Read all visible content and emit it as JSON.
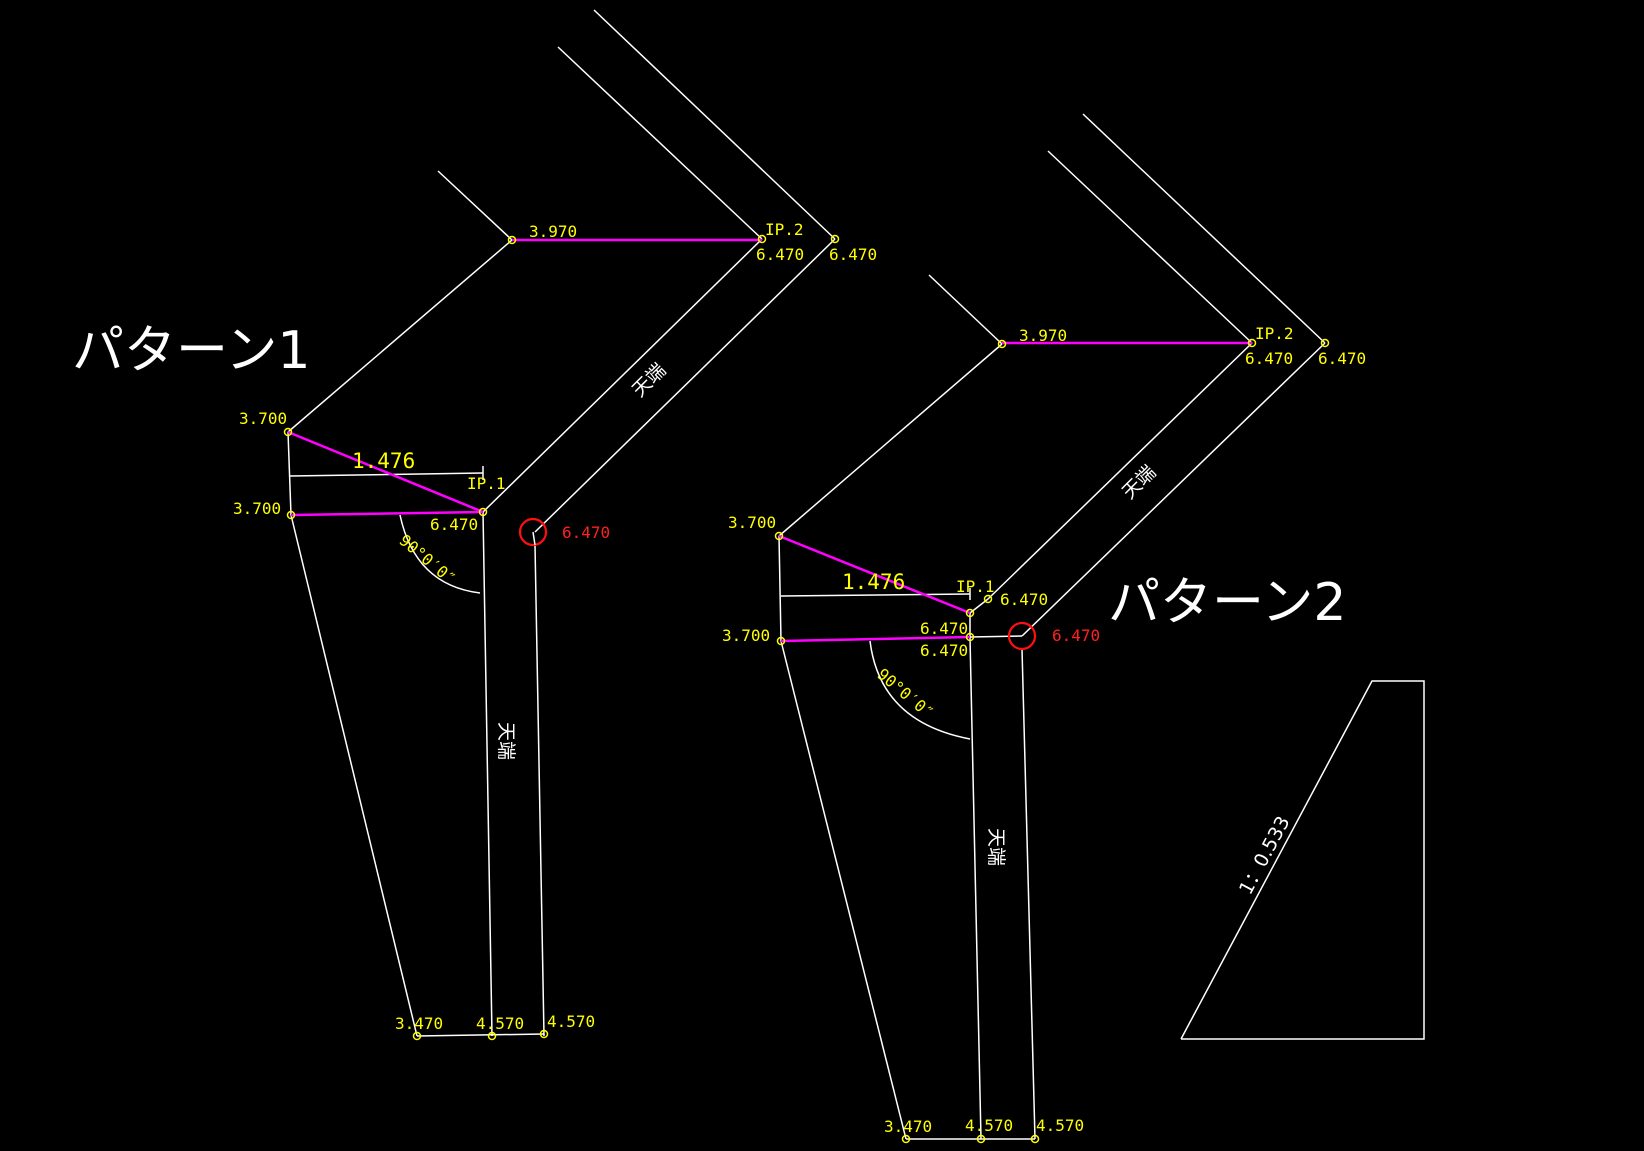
{
  "titles": {
    "pattern1": "パターン1",
    "pattern2": "パターン2"
  },
  "pattern1": {
    "ip1": "IP.1",
    "ip2": "IP.2",
    "elev_top_left": "3.970",
    "elev_ip2": "6.470",
    "elev_right_top": "6.470",
    "elev_left_upper": "3.700",
    "elev_left_lower": "3.700",
    "elev_ip1": "6.470",
    "elev_red": "6.470",
    "distance": "1.476",
    "angle": "90°0′0″",
    "label_upper": "天端",
    "label_lower": "天端",
    "elev_bottom_left": "3.470",
    "elev_bottom_mid": "4.570",
    "elev_bottom_right": "4.570"
  },
  "pattern2": {
    "ip1": "IP.1",
    "ip2": "IP.2",
    "elev_top_left": "3.970",
    "elev_ip2": "6.470",
    "elev_right_top": "6.470",
    "elev_left_upper": "3.700",
    "elev_left_lower": "3.700",
    "elev_ip1": "6.470",
    "elev_mid_upper": "6.470",
    "elev_mid_lower": "6.470",
    "elev_red": "6.470",
    "distance": "1.476",
    "angle": "90°0′0″",
    "label_upper": "天端",
    "label_lower": "天端",
    "elev_bottom_left": "3.470",
    "elev_bottom_mid": "4.570",
    "elev_bottom_right": "4.570"
  },
  "slope_ratio": "1：0.533",
  "colors": {
    "background": "#000000",
    "lines": "#ffffff",
    "highlight": "#ff00ff",
    "labels": "#ffff00",
    "marker": "#ff1010"
  }
}
